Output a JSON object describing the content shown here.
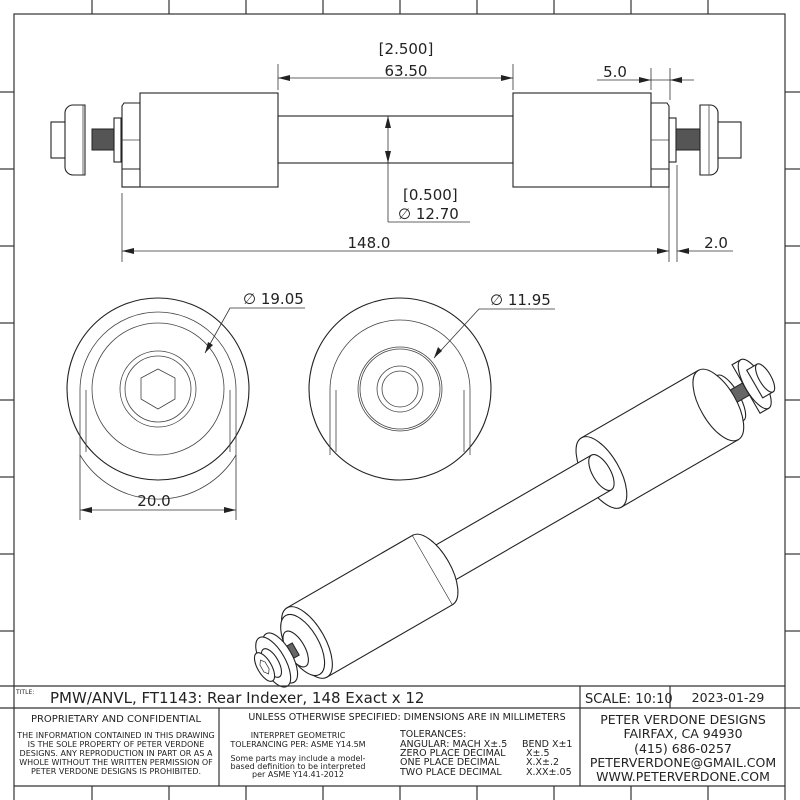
{
  "dimensions": {
    "shaft_length_in": "[2.500]",
    "shaft_length_mm": "63.50",
    "nut_offset": "5.0",
    "shaft_dia_in": "[0.500]",
    "shaft_dia_mm": "∅ 12.70",
    "overall_length": "148.0",
    "end_gap": "2.0",
    "outer_dia": "∅ 19.05",
    "inner_dia": "∅ 11.95",
    "flat_width": "20.0"
  },
  "title_block": {
    "title_label": "TITLE:",
    "title": "PMW/ANVL, FT1143: Rear Indexer, 148 Exact x 12",
    "scale": "SCALE: 10:10",
    "date": "2023-01-29",
    "proprietary_heading": "PROPRIETARY AND CONFIDENTIAL",
    "proprietary_lines": [
      "THE INFORMATION CONTAINED IN THIS DRAWING",
      "IS THE SOLE PROPERTY OF PETER VERDONE",
      "DESIGNS.  ANY  REPRODUCTION IN PART OR AS A",
      "WHOLE WITHOUT THE WRITTEN PERMISSION OF",
      "PETER VERDONE DESIGNS IS PROHIBITED."
    ],
    "units_note": "UNLESS OTHERWISE SPECIFIED: DIMENSIONS ARE IN MILLIMETERS",
    "gdt_lines": [
      "INTERPRET GEOMETRIC",
      "TOLERANCING PER: ASME Y14.5M"
    ],
    "mbd_lines": [
      "Some parts may include a model-",
      "based definition to be interpreted",
      "per ASME Y14.41-2012"
    ],
    "tolerances_heading": "TOLERANCES:",
    "tolerances": [
      {
        "label": "ANGULAR: MACH X±.5",
        "value": "BEND X±1"
      },
      {
        "label": "ZERO PLACE DECIMAL",
        "value": "X±.5"
      },
      {
        "label": "ONE PLACE DECIMAL",
        "value": "X.X±.2"
      },
      {
        "label": "TWO PLACE DECIMAL",
        "value": "X.XX±.05"
      }
    ],
    "company_lines": [
      "PETER VERDONE DESIGNS",
      "FAIRFAX, CA 94930",
      "(415) 686-0257",
      "PETERVERDONE@GMAIL.COM",
      "WWW.PETERVERDONE.COM"
    ]
  }
}
